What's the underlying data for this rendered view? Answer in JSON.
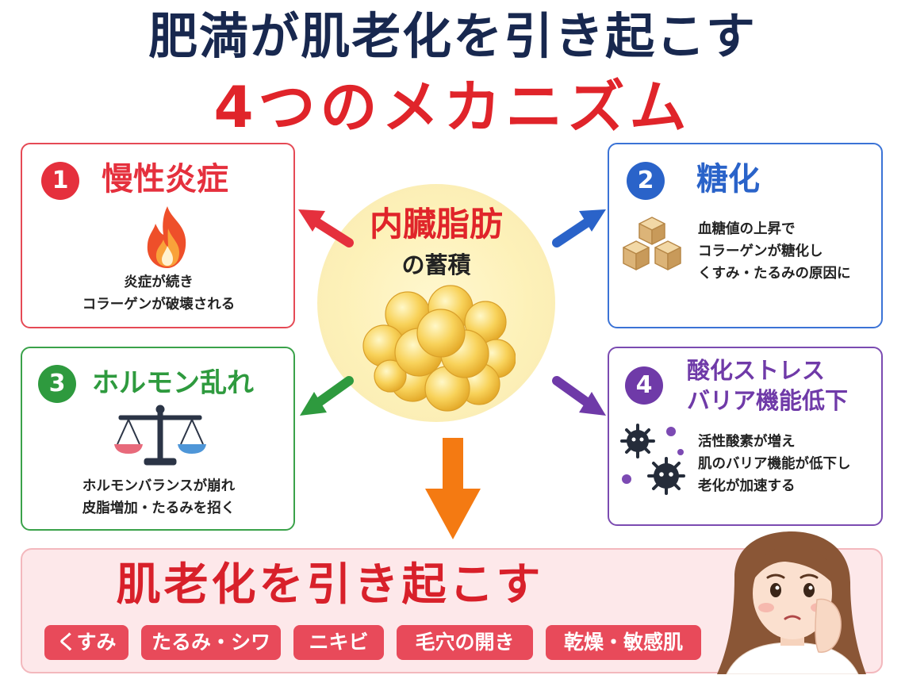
{
  "title_line1": "肥満が肌老化を引き起こす",
  "title_line2": "4つのメカニズム",
  "center": {
    "title": "内臓脂肪",
    "subtitle": "の蓄積"
  },
  "cards": [
    {
      "number": "1",
      "heading": "慢性炎症",
      "lines": [
        "炎症が続き",
        "コラーゲンが破壊される"
      ],
      "color": "#e5303d",
      "icon": "flame-icon"
    },
    {
      "number": "2",
      "heading": "糖化",
      "lines": [
        "血糖値の上昇で",
        "コラーゲンが糖化し",
        "くすみ・たるみの原因に"
      ],
      "color": "#2a63c9",
      "icon": "sugar-cubes-icon"
    },
    {
      "number": "3",
      "heading": "ホルモン乱れ",
      "lines": [
        "ホルモンバランスが崩れ",
        "皮脂増加・たるみを招く"
      ],
      "color": "#2e9a3e",
      "icon": "balance-scale-icon"
    },
    {
      "number": "4",
      "heading_lines": [
        "酸化ストレス",
        "バリア機能低下"
      ],
      "lines": [
        "活性酸素が増え",
        "肌のバリア機能が低下し",
        "老化が加速する"
      ],
      "color": "#6f3aa8",
      "icon": "free-radical-icon"
    }
  ],
  "bottom": {
    "title": "肌老化を引き起こす",
    "tags": [
      "くすみ",
      "たるみ・シワ",
      "ニキビ",
      "毛穴の開き",
      "乾燥・敏感肌"
    ]
  }
}
